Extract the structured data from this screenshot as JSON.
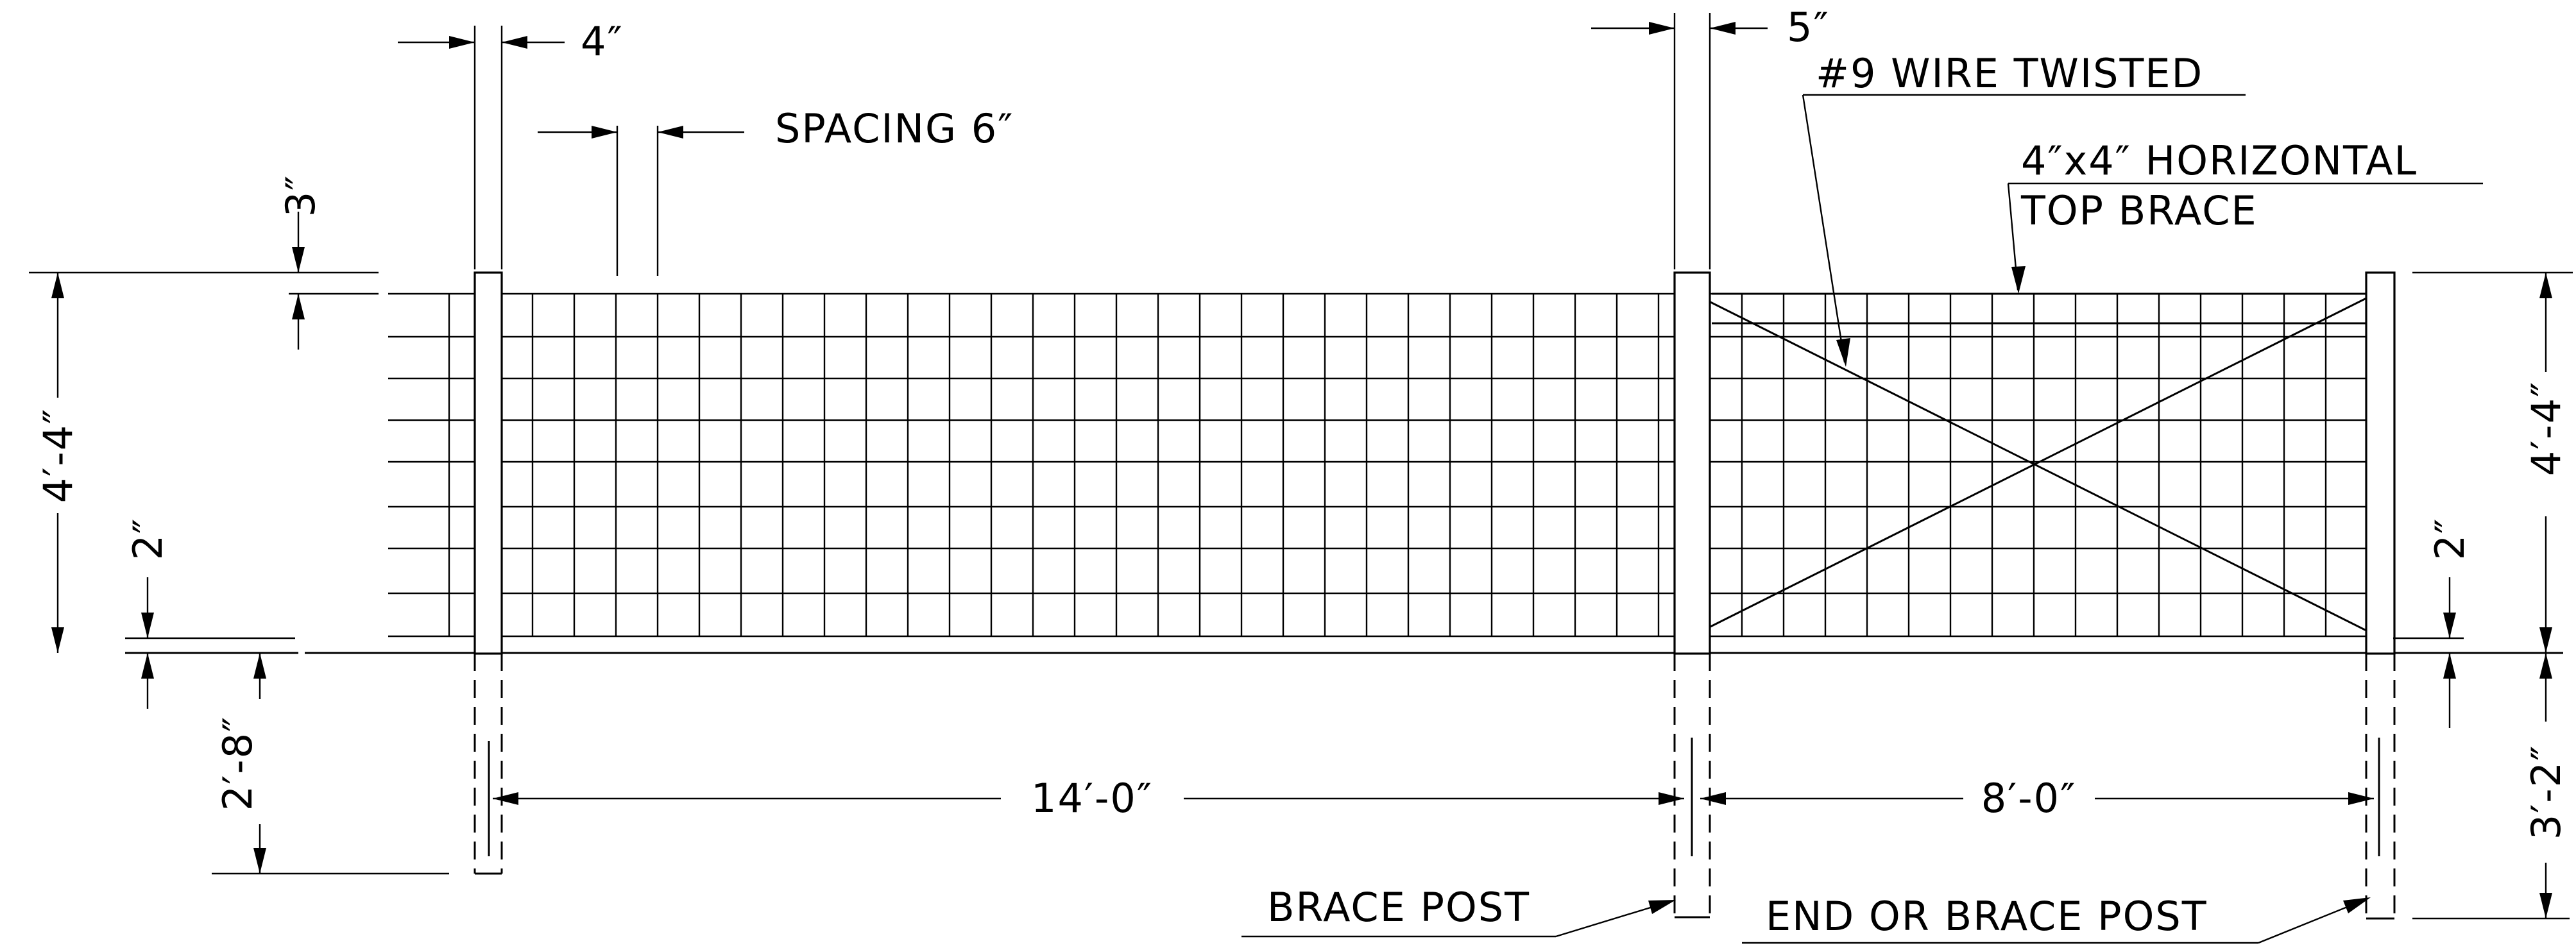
{
  "labels": {
    "post_width_line": "4″",
    "brace_post_width": "5″",
    "spacing": "SPACING 6″",
    "wire": "#9 WIRE TWISTED",
    "top_brace_line1": "4″x4″ HORIZONTAL",
    "top_brace_line2": "TOP BRACE",
    "top_gap": "3″",
    "height_left": "4′-4″",
    "bottom_gap_left": "2″",
    "embed_left": "2′-8″",
    "span_left": "14′-0″",
    "span_right": "8′-0″",
    "height_right": "4′-4″",
    "bottom_gap_right": "2″",
    "embed_right": "3′-2″",
    "brace_post": "BRACE POST",
    "end_post": "END OR BRACE POST"
  }
}
